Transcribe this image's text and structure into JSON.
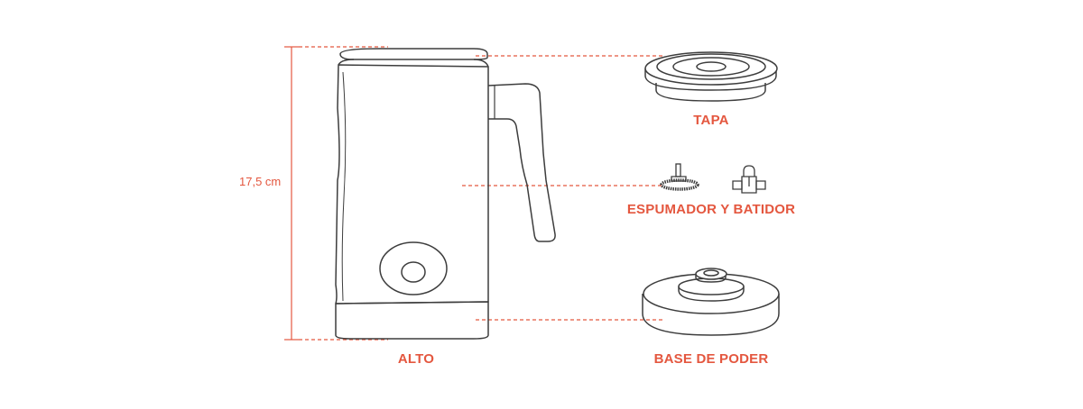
{
  "labels": {
    "height_measure": "17,5 cm",
    "jug": "ALTO",
    "lid": "TAPA",
    "whisks": "ESPUMADOR Y BATIDOR",
    "base": "BASE DE PODER"
  },
  "colors": {
    "accent": "#e4573f",
    "line": "#3d3d3d",
    "fill": "#ffffff"
  },
  "icons": {
    "jug": "milk-frother-jug-icon",
    "lid": "lid-icon",
    "whisk_spring": "spring-whisk-icon",
    "whisk_flat": "flat-whisk-icon",
    "base": "power-base-icon"
  }
}
